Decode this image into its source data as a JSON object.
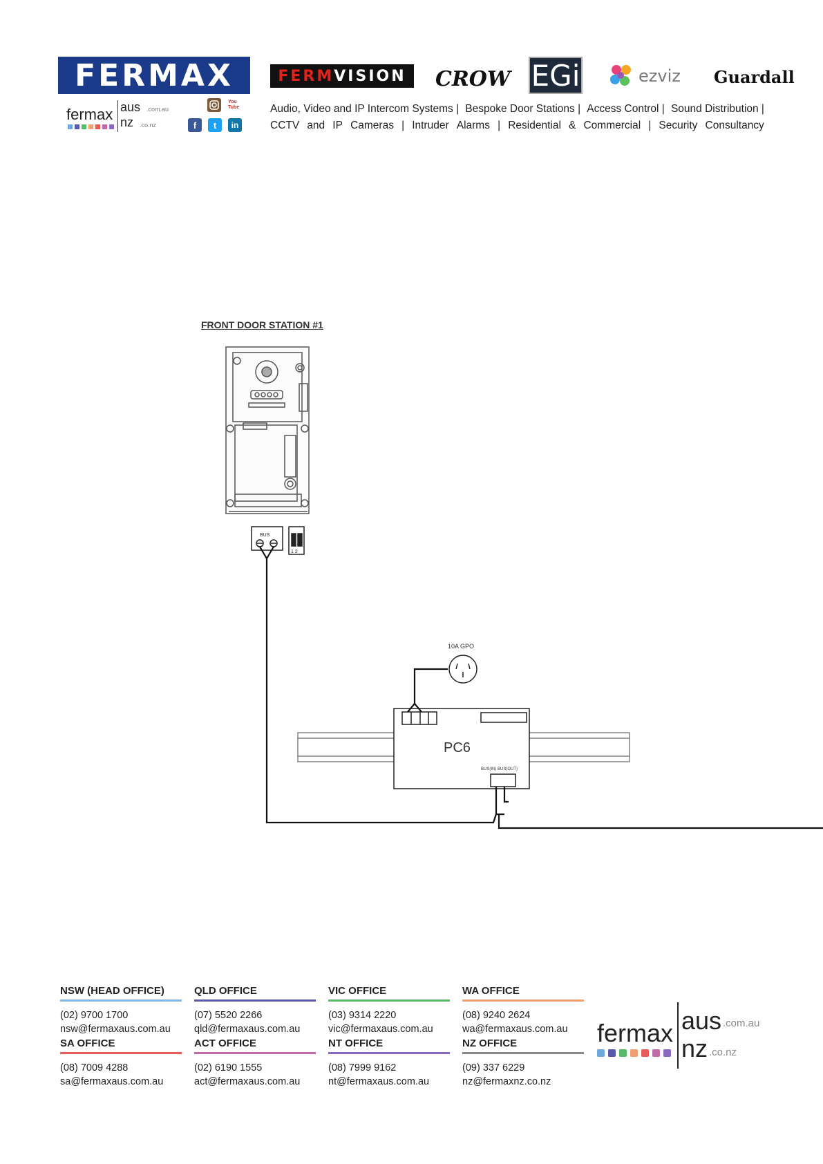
{
  "header": {
    "brands": {
      "fermax": "FERMAX",
      "fermvision_red": "FERM",
      "fermvision_white": "VISION",
      "crow": "CROW",
      "egi": "EGi",
      "ezviz": "ezviz",
      "guardall": "Guardall"
    },
    "small_logo": {
      "fermax": "fermax",
      "aus": "aus",
      "aus_domain": ".com.au",
      "nz": "nz",
      "nz_domain": ".co.nz"
    },
    "social": {
      "instagram": "instagram-icon",
      "youtube": "You Tube",
      "facebook": "f",
      "twitter": "t",
      "linkedin": "in"
    },
    "tagline_line1": [
      "Audio, Video and IP Intercom Systems |",
      "Bespoke Door Stations |",
      "Access Control |",
      "Sound Distribution |"
    ],
    "tagline_line2": [
      "CCTV",
      "and",
      "IP",
      "Cameras",
      "|",
      "Intruder",
      "Alarms",
      "|",
      "Residential",
      "&",
      "Commercial",
      "|",
      "Security",
      "Consultancy"
    ]
  },
  "diagram": {
    "station_title": "FRONT DOOR STATION #1",
    "bus_label": "BUS",
    "dip_label": "1  2",
    "gpo_label": "10A GPO",
    "power_unit_label": "PC6",
    "pc6_terminal_labels": "BUS(IN)  BUS(OUT)"
  },
  "footer": {
    "offices_row1": [
      {
        "name": "NSW (HEAD OFFICE)",
        "phone": "(02) 9700 1700",
        "email": "nsw@fermaxaus.com.au",
        "color": "#7fb8e6"
      },
      {
        "name": "QLD OFFICE",
        "phone": "(07) 5520 2266",
        "email": "qld@fermaxaus.com.au",
        "color": "#5a5aa8"
      },
      {
        "name": "VIC OFFICE",
        "phone": "(03) 9314 2220",
        "email": "vic@fermaxaus.com.au",
        "color": "#59b86a"
      },
      {
        "name": "WA OFFICE",
        "phone": "(08) 9240 2624",
        "email": "wa@fermaxaus.com.au",
        "color": "#f0a070"
      }
    ],
    "offices_row2": [
      {
        "name": "SA OFFICE",
        "phone": "(08) 7009 4288",
        "email": "sa@fermaxaus.com.au",
        "color": "#e85a5a"
      },
      {
        "name": "ACT OFFICE",
        "phone": "(02) 6190 1555",
        "email": "act@fermaxaus.com.au",
        "color": "#c06aa8"
      },
      {
        "name": "NT OFFICE",
        "phone": "(08) 7999 9162",
        "email": "nt@fermaxaus.com.au",
        "color": "#8a6ac0"
      },
      {
        "name": "NZ OFFICE",
        "phone": "(09) 337 6229",
        "email": "nz@fermaxnz.co.nz",
        "color": "#888888"
      }
    ],
    "big_logo": {
      "fermax": "fermax",
      "aus": "aus",
      "aus_domain": ".com.au",
      "nz": "nz",
      "nz_domain": ".co.nz"
    },
    "dot_colors": [
      "#6fa8dc",
      "#5a5aa8",
      "#59b86a",
      "#f0a070",
      "#e85a5a",
      "#c06aa8",
      "#8a6ac0"
    ]
  }
}
